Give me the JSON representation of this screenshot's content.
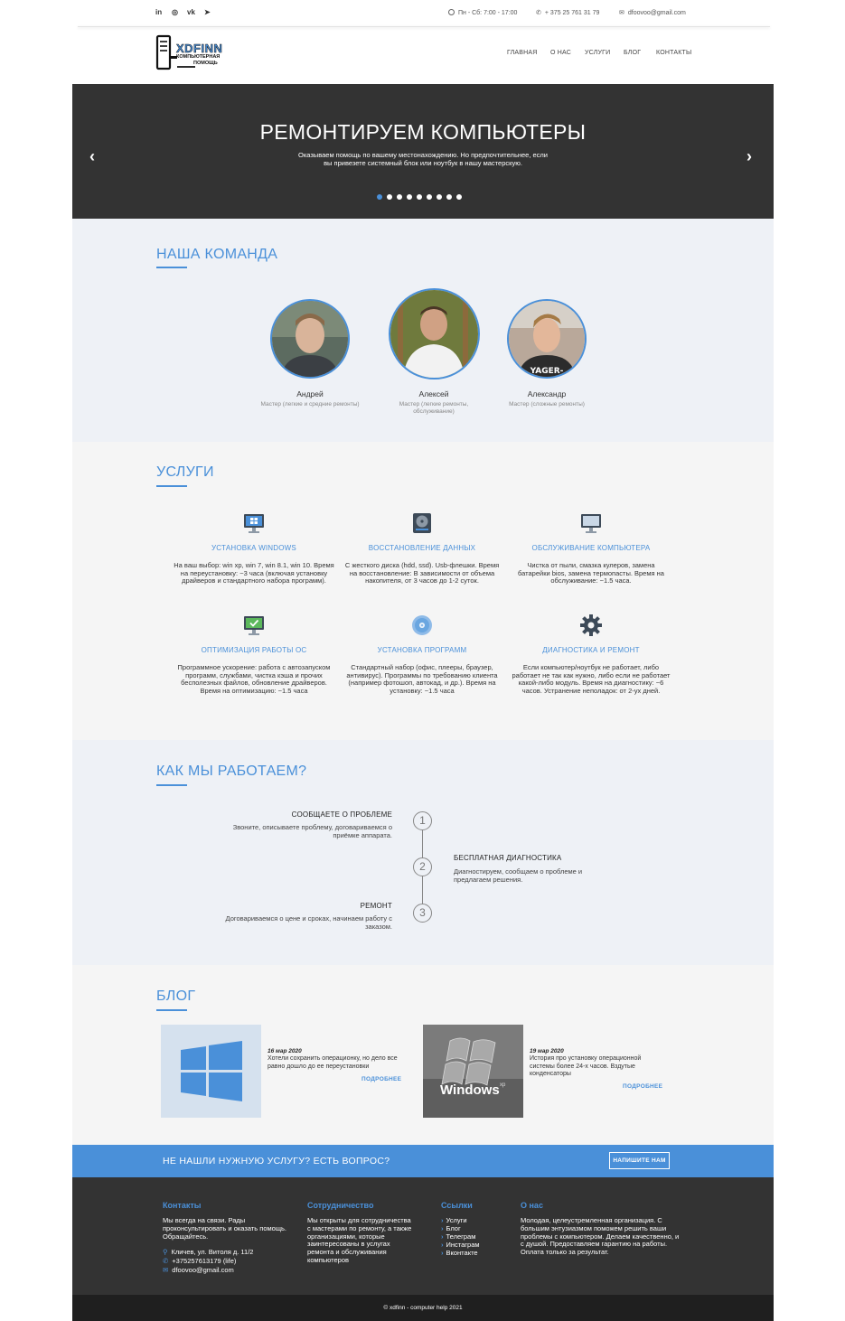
{
  "topbar": {
    "social": [
      {
        "label": "in",
        "icon": "linkedin-icon"
      },
      {
        "label": "◎",
        "icon": "instagram-icon"
      },
      {
        "label": "vk",
        "icon": "vk-icon"
      },
      {
        "label": "➤",
        "icon": "telegram-icon"
      }
    ],
    "hours": "Пн - Сб: 7:00 - 17:00",
    "phone": "+ 375 25 761 31 79",
    "email": "dfoovoo@gmail.com"
  },
  "logo": {
    "text": "XDFINN",
    "subtitle_line1": "КОМПЬЮТЕРНАЯ",
    "subtitle_line2": "ПОМОЩЬ"
  },
  "nav": [
    "ГЛАВНАЯ",
    "О НАС",
    "УСЛУГИ",
    "БЛОГ",
    "КОНТАКТЫ"
  ],
  "hero": {
    "title": "РЕМОНТИРУЕМ КОМПЬЮТЕРЫ",
    "subtitle": "Оказываем помощь по вашему местонахождению. Но предпочтительнее, если вы привезете системный блок или ноутбук в нашу мастерскую.",
    "prev": "‹",
    "next": "›",
    "slides": 9,
    "active_slide": 1
  },
  "team": {
    "title": "НАША КОМАНДА",
    "members": [
      {
        "name": "Андрей",
        "role": "Мастер (легкие и средние ремонты)"
      },
      {
        "name": "Алексей",
        "role": "Мастер (легкие ремонты, обслуживание)"
      },
      {
        "name": "Александр",
        "role": "Мастер (сложные ремонты)"
      }
    ]
  },
  "services": {
    "title": "УСЛУГИ",
    "items": [
      {
        "icon": "windows-monitor-icon",
        "title": "УСТАНОВКА WINDOWS",
        "desc": "На ваш выбор: win xp, win 7, win 8.1, win 10. Время на переустановку: ~3 часа (включая установку драйверов и стандартного набора программ)."
      },
      {
        "icon": "hard-drive-icon",
        "title": "ВОССТАНОВЛЕНИЕ ДАННЫХ",
        "desc": "С жесткого диска (hdd, ssd). Usb-флешки. Время на восстановление: В зависимости от объема накопителя, от 3 часов до 1-2 суток."
      },
      {
        "icon": "computer-monitor-icon",
        "title": "ОБСЛУЖИВАНИЕ КОМПЬЮТЕРА",
        "desc": "Чистка от пыли, смазка кулеров, замена батарейки bios, замена термопасты. Время на обслуживание: ~1.5 часа."
      },
      {
        "icon": "monitor-check-icon",
        "title": "ОПТИМИЗАЦИЯ РАБОТЫ ОС",
        "desc": "Программное ускорение: работа с автозапуском программ, службами, чистка кэша и прочих бесполезных файлов, обновление драйверов. Время на оптимизацию: ~1.5 часа"
      },
      {
        "icon": "disc-icon",
        "title": "УСТАНОВКА ПРОГРАММ",
        "desc": "Стандартный набор (офис, плееры, браузер, антивирус). Программы по требованию клиента (например фотошоп, автокад, и др.). Время на установку: ~1.5 часа"
      },
      {
        "icon": "gear-icon",
        "title": "ДИАГНОСТИКА И РЕМОНТ",
        "desc": "Если компьютер/ноутбук не работает, либо работает не так как нужно, либо если не работает какой-либо модуль. Время на диагностику: ~6 часов. Устранение неполадок: от 2-ух дней."
      }
    ]
  },
  "how": {
    "title": "КАК МЫ РАБОТАЕМ?",
    "steps": [
      {
        "num": "1",
        "title": "СООБЩАЕТЕ О ПРОБЛЕМЕ",
        "desc": "Звоните, описываете проблему, договариваемся о приёмке аппарата."
      },
      {
        "num": "2",
        "title": "БЕСПЛАТНАЯ ДИАГНОСТИКА",
        "desc": "Диагностируем, сообщаем о проблеме и предлагаем решения."
      },
      {
        "num": "3",
        "title": "РЕМОНТ",
        "desc": "Договариваемся о цене и сроках, начинаем работу с заказом."
      }
    ]
  },
  "blog": {
    "title": "БЛОГ",
    "posts": [
      {
        "date": "16 мар 2020",
        "text": "Хотели сохранить операционку, но дело все равно дошло до ее переустановки",
        "more": "ПОДРОБНЕЕ"
      },
      {
        "date": "19 мар 2020",
        "text": "История про установку операционной системы более 24-х часов. Вздутые конденсаторы",
        "more": "ПОДРОБНЕЕ",
        "image_caption": "Windows",
        "image_caption_sup": "xp"
      }
    ]
  },
  "cta": {
    "text": "НЕ НАШЛИ НУЖНУЮ УСЛУГУ? ЕСТЬ ВОПРОС?",
    "button": "НАПИШИТЕ НАМ"
  },
  "footer": {
    "contacts": {
      "title": "Контакты",
      "text": "Мы всегда на связи. Рады проконсультировать и оказать помощь. Обращайтесь.",
      "address": "Кличев, ул. Витоля д. 11/2",
      "phone": "+375257613179 (life)",
      "email": "dfoovoo@gmail.com"
    },
    "cooperation": {
      "title": "Сотрудничество",
      "text": "Мы открыты для сотрудничества с мастерами по ремонту, а также организациями, которые заинтересованы в услугах ремонта и обслуживания компьютеров"
    },
    "links": {
      "title": "Ссылки",
      "items": [
        "Услуги",
        "Блог",
        "Телеграм",
        "Инстаграм",
        "Вконтакте"
      ]
    },
    "about": {
      "title": "О нас",
      "text": "Молодая, целеустремленная организация. С большим энтузиазмом поможем решить ваши проблемы с компьютером. Делаем качественно, и с душой. Предоставляем гарантию на работы. Оплата только за результат."
    },
    "copyright": "© xdfinn - computer help 2021"
  }
}
